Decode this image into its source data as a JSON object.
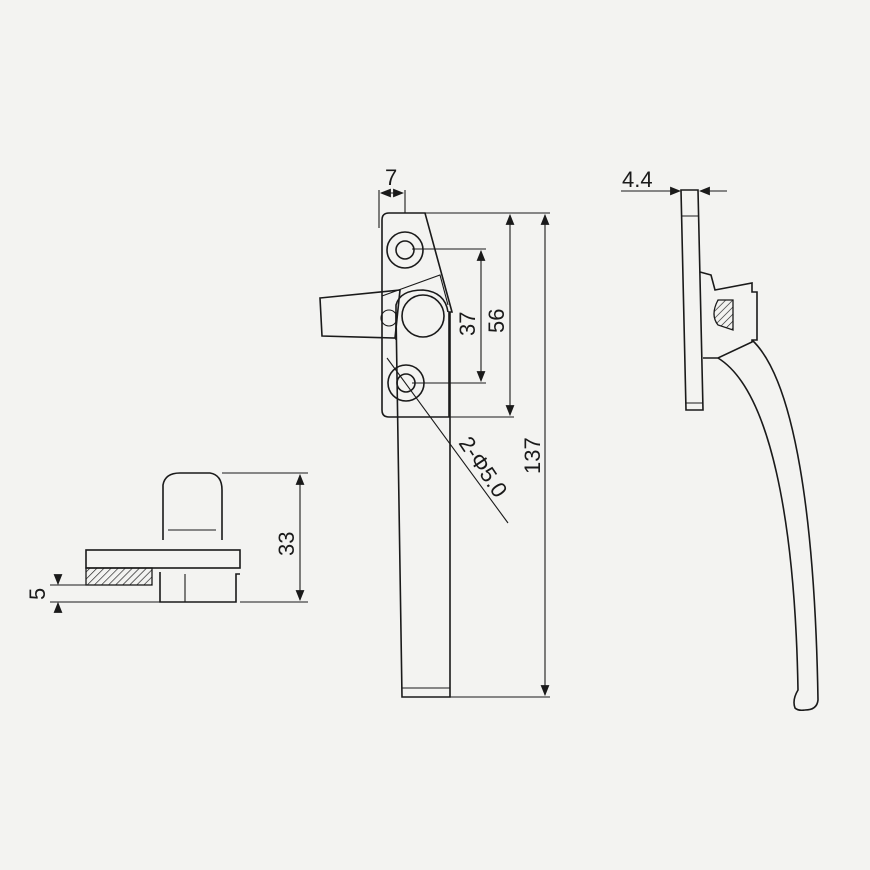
{
  "drawing": {
    "front_view": {
      "width_top": "7",
      "hole_spacing": "37",
      "plate_height": "56",
      "total_length": "137",
      "hole_callout": "2-Φ5.0"
    },
    "side_view": {
      "plate_thickness": "4.4"
    },
    "bottom_view": {
      "height": "33",
      "base_thickness": "5"
    }
  },
  "colors": {
    "background": "#f3f3f1",
    "line": "#1a1a1a"
  }
}
